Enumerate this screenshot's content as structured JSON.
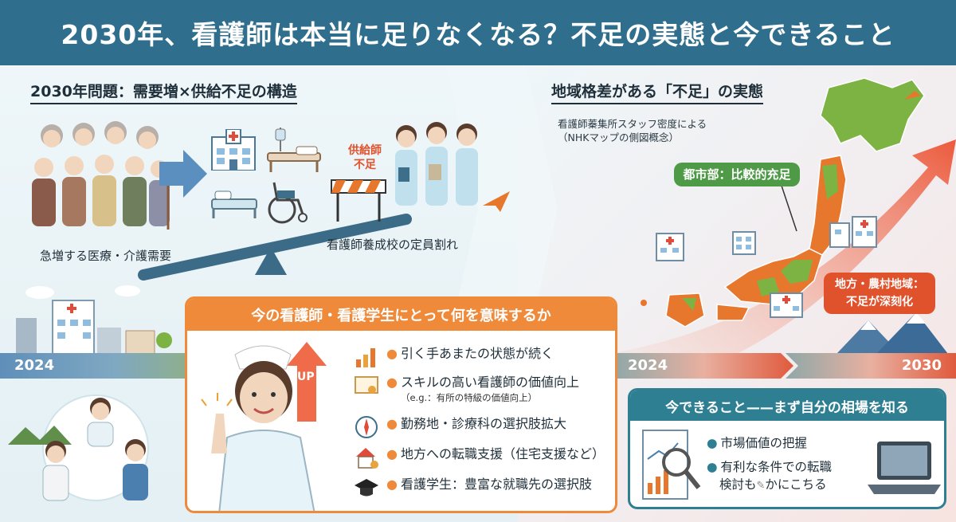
{
  "header": {
    "title": "2030年、看護師は本当に足りなくなる？不足の実態と今できること"
  },
  "left_section": {
    "title": "2030年問題：需要増×供給不足の構造",
    "demand_caption": "急増する医療・介護需要",
    "shortage_label": "供給師\n不足",
    "school_caption": "看護師養成校の定員割れ"
  },
  "right_section": {
    "title": "地域格差がある「不足」の実態",
    "note_line1": "看護師蓁集所スタッフ密度による",
    "note_line2": "（NHKマップの側図概念）",
    "urban_badge": "都市部：比較的充足",
    "rural_badge_line1": "地方・農村地域：",
    "rural_badge_line2": "不足が深刻化"
  },
  "timeline": {
    "left_year": "2024",
    "right_start": "2024",
    "right_end": "2030"
  },
  "middle_panel": {
    "title": "今の看護師・看護学生にとって何を意味するか",
    "up_label": "UP",
    "items": [
      {
        "text": "引く手あまたの状態が続く",
        "icon": "chart-up-icon"
      },
      {
        "text": "スキルの高い看護師の価値向上",
        "sub": "（e.g.：有所の特級の価値向上）",
        "icon": "certificate-icon"
      },
      {
        "text": "勤務地・診療科の選択肢拡大",
        "icon": "compass-icon"
      },
      {
        "text": "地方への転職支援（住宅支援など）",
        "icon": "house-coins-icon"
      },
      {
        "text": "看護学生：豊富な就職先の選択肢",
        "icon": "graduation-cap-icon"
      }
    ]
  },
  "right_panel": {
    "title": "今できること——まず自分の相場を知る",
    "item1": "市場価値の把握",
    "item2_line1": "有利な条件での転職",
    "item2_line2": "検討も",
    "item2_line2b": "かにこちる"
  },
  "colors": {
    "header_bg": "#2f6e8c",
    "orange": "#ee8a3a",
    "teal": "#2f7f93",
    "map_green": "#7cb342",
    "map_orange": "#e8772e",
    "alert_red": "#e0522b"
  }
}
